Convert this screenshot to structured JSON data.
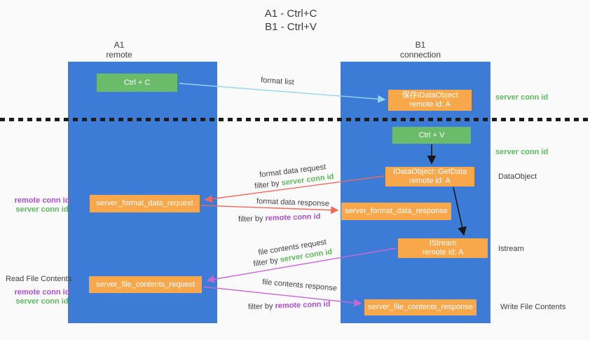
{
  "title": {
    "line1": "A1 - Ctrl+C",
    "line2": "B1 - Ctrl+V"
  },
  "lanes": {
    "left": {
      "name": "A1",
      "subtitle": "remote"
    },
    "right": {
      "name": "B1",
      "subtitle": "connection"
    }
  },
  "nodes": {
    "ctrl_c": "Ctrl + C",
    "save_dataobject": {
      "line1": "保存IDataObject",
      "line2": "remote id: A"
    },
    "ctrl_v": "Ctrl + V",
    "getdata": {
      "line1": "IDataObject::GetData",
      "line2": "remote id: A"
    },
    "format_request": "server_format_data_request",
    "format_response": "server_format_data_response",
    "istream": {
      "line1": "IStream",
      "line2": "remote id: A"
    },
    "file_request": "server_file_contents_request",
    "file_response": "server_file_contents_response"
  },
  "side_labels": {
    "server_conn_id_1": "server conn id",
    "server_conn_id_2": "server conn id",
    "dataobject": "DataObject",
    "istream": "Istream",
    "read_file_contents": "Read File Contents",
    "write_file_contents": "Write File Contents",
    "left_format": {
      "remote": "remote conn id",
      "server": "server conn id"
    },
    "left_file": {
      "remote": "remote conn id",
      "server": "server conn id"
    }
  },
  "arrow_labels": {
    "format_list": "format list",
    "format_data_request": "format data request",
    "format_data_response": "format data response",
    "file_contents_request": "file contents request",
    "file_contents_response": "file contents response",
    "filter_prefix": "filter by ",
    "server_conn_id": "server conn id",
    "remote_conn_id": "remote conn id"
  },
  "colors": {
    "lane_blue": "#3d7cd6",
    "green": "#6abb6a",
    "orange": "#f9a74b",
    "red_arrow": "#ef6a5e",
    "magenta_arrow": "#c968d4",
    "blue_arrow": "#93d6f0",
    "black_arrow": "#161616",
    "green_text": "#5eb95e",
    "purple_text": "#ab4fd1",
    "dark_text": "#3f3f3f",
    "bg": "#fafafa"
  }
}
